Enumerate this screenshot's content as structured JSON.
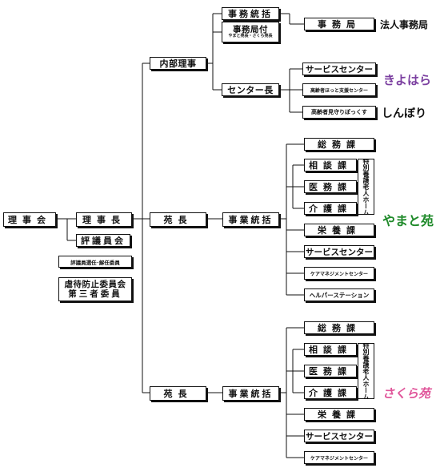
{
  "board": "理事会",
  "chairman": "理事長",
  "councilors": "評議員会",
  "councilor_selection": "評議員選任･解任委員",
  "abuse_committee": [
    "虐待防止委員会",
    "第三者委員"
  ],
  "internal_director": "内部理事",
  "secretary_general": "事務統括",
  "secretariat_staff": {
    "title": "事務局付",
    "note": "やまと苑長・さくら苑長"
  },
  "secretariat": "事務局",
  "corporate_office": "法人事務局",
  "center_director": "センター長",
  "service_center": "サービスセンター",
  "elderly_support_center": "高齢者ほっと支援センター",
  "kiyohara": "きよはら",
  "elderly_watch": "高齢者見守りぽっくす",
  "shinbori": "しんぼり",
  "facility_director": "苑長",
  "operations": "事業統括",
  "general_affairs": "総務課",
  "consultation": "相談課",
  "medical": "医務課",
  "care": "介護課",
  "nursing_home": "特別養護老人ホーム",
  "nutrition": "栄養課",
  "care_management": "ケアマネジメントセンター",
  "helper_station": "ヘルパーステーション",
  "yamato_logo": "やまと苑",
  "sakura_logo": "さくら苑",
  "colors": {
    "kiyohara": "#7b3fa0",
    "yamato": "#1f8a2a",
    "sakura": "#e0559a",
    "line": "#111111"
  }
}
